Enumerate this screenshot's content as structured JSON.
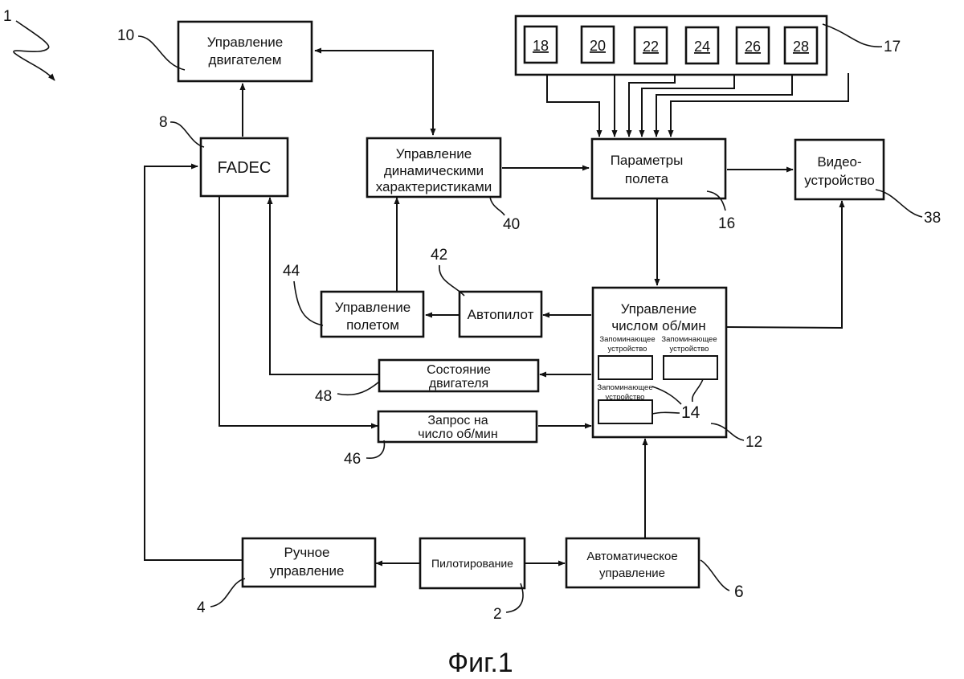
{
  "figure_label": "Фиг.1",
  "system_ref": "1",
  "blocks": {
    "engine_control": {
      "ref": "10",
      "lines": [
        "Управление",
        "двигателем"
      ]
    },
    "fadec": {
      "ref": "8",
      "lines": [
        "FADEC"
      ]
    },
    "dynamics_control": {
      "ref": "40",
      "lines": [
        "Управление",
        "динамическими",
        "характеристиками"
      ]
    },
    "flight_params": {
      "ref": "16",
      "lines": [
        "Параметры",
        "полета"
      ]
    },
    "video_device": {
      "ref": "38",
      "lines": [
        "Видео-",
        "устройство"
      ]
    },
    "sensor_group": {
      "ref": "17",
      "sensors": [
        "18",
        "20",
        "22",
        "24",
        "26",
        "28"
      ]
    },
    "flight_control": {
      "ref": "44",
      "lines": [
        "Управление",
        "полетом"
      ]
    },
    "autopilot": {
      "ref": "42",
      "lines": [
        "Автопилот"
      ]
    },
    "rpm_control": {
      "ref": "12",
      "lines": [
        "Управление",
        "числом об/мин"
      ],
      "memory_ref": "14",
      "memories": [
        {
          "lines": [
            "Запоминающее",
            "устройство"
          ]
        },
        {
          "lines": [
            "Запоминающее",
            "устройство"
          ]
        },
        {
          "lines": [
            "Запоминающее",
            "устройство"
          ]
        }
      ]
    },
    "engine_state": {
      "ref": "48",
      "lines": [
        "Состояние",
        "двигателя"
      ]
    },
    "rpm_request": {
      "ref": "46",
      "lines": [
        "Запрос на",
        "число об/мин"
      ]
    },
    "manual_control": {
      "ref": "4",
      "lines": [
        "Ручное",
        "управление"
      ]
    },
    "piloting": {
      "ref": "2",
      "lines": [
        "Пилотирование"
      ]
    },
    "auto_control": {
      "ref": "6",
      "lines": [
        "Автоматическое",
        "управление"
      ]
    }
  }
}
